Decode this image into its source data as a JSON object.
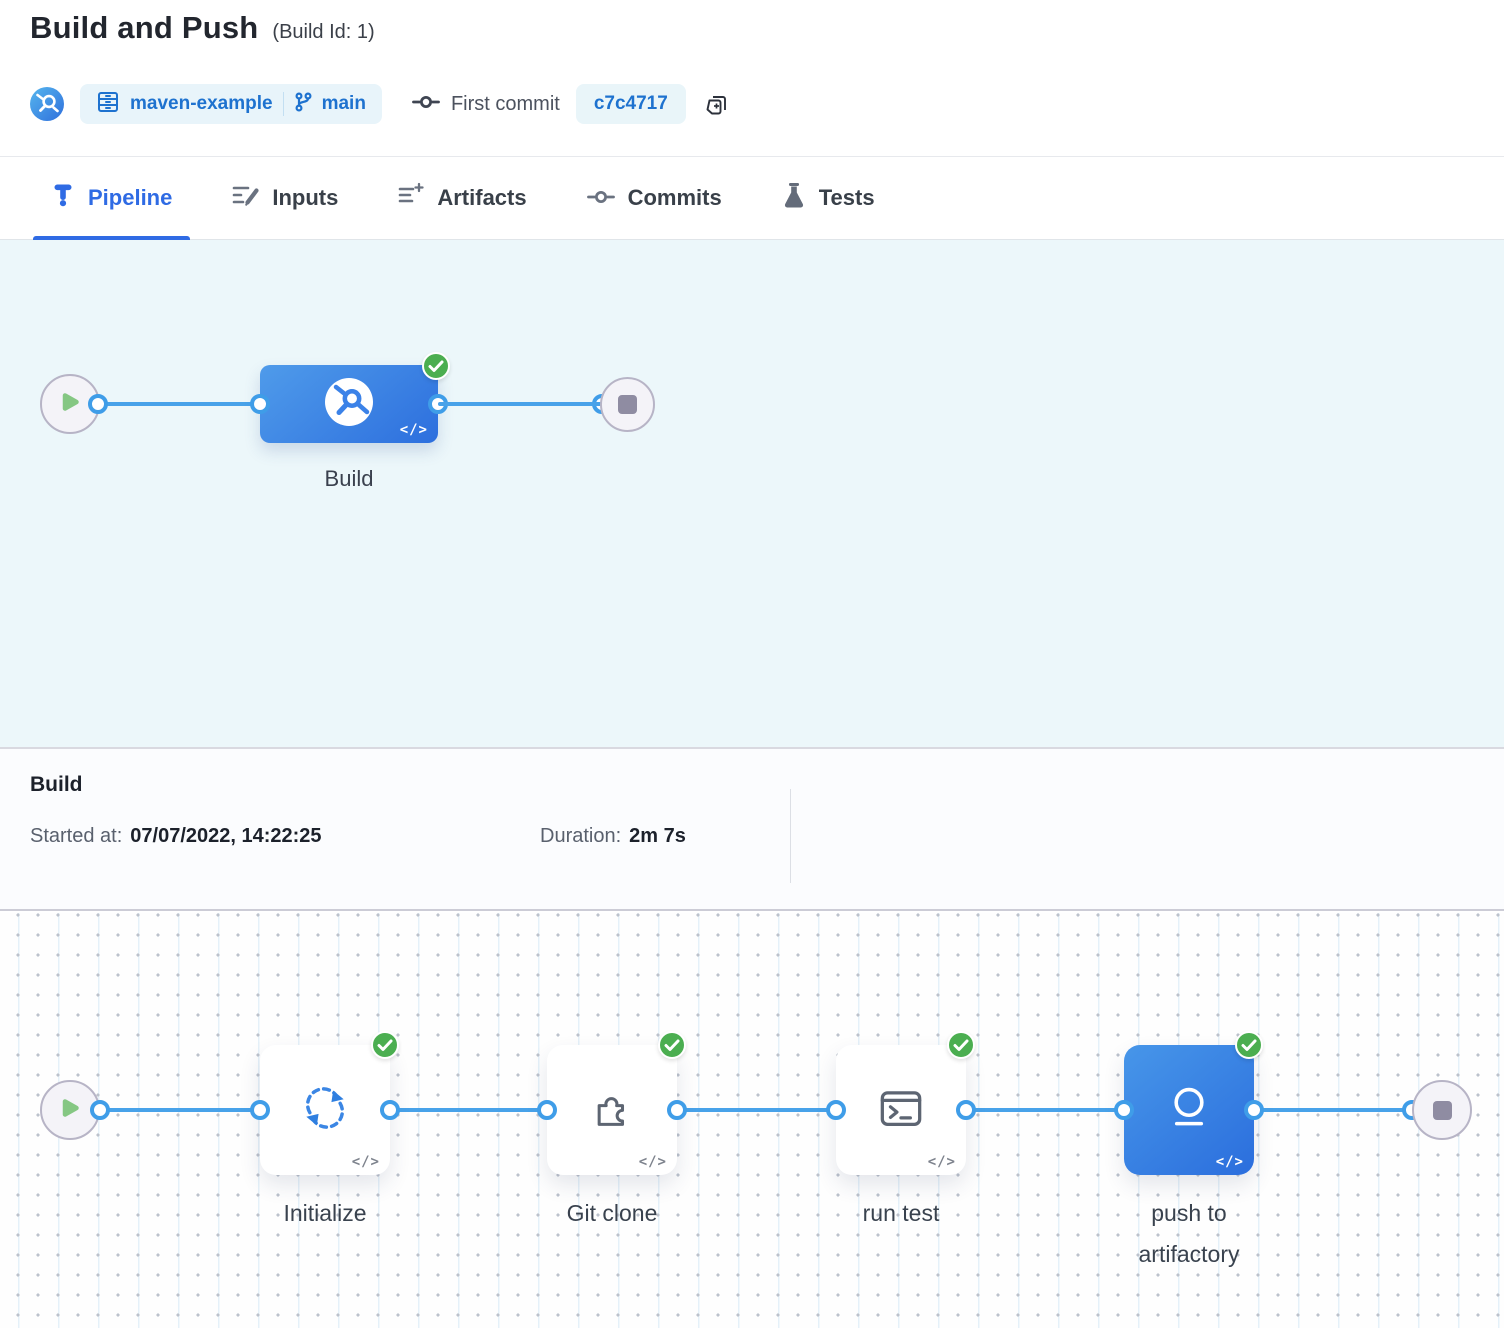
{
  "header": {
    "title": "Build and Push",
    "build_id": "(Build Id: 1)",
    "repo_name": "maven-example",
    "branch_name": "main",
    "commit_message": "First commit",
    "commit_hash": "c7c4717"
  },
  "tabs": [
    {
      "label": "Pipeline",
      "active": true
    },
    {
      "label": "Inputs",
      "active": false
    },
    {
      "label": "Artifacts",
      "active": false
    },
    {
      "label": "Commits",
      "active": false
    },
    {
      "label": "Tests",
      "active": false
    }
  ],
  "stage": {
    "label": "Build",
    "status": "success"
  },
  "details": {
    "title": "Build",
    "started_label": "Started at:",
    "started_value": "07/07/2022, 14:22:25",
    "duration_label": "Duration:",
    "duration_value": "2m 7s"
  },
  "steps": [
    {
      "label": "Initialize",
      "icon": "sync-icon",
      "status": "success",
      "selected": false
    },
    {
      "label": "Git clone",
      "icon": "puzzle-icon",
      "status": "success",
      "selected": false
    },
    {
      "label": "run test",
      "icon": "terminal-icon",
      "status": "success",
      "selected": false
    },
    {
      "label": "push to artifactory",
      "icon": "push-upload-icon",
      "status": "success",
      "selected": true
    }
  ],
  "glyphs": {
    "code": "</>"
  },
  "colors": {
    "accent_blue": "#2F6BE4",
    "link_blue": "#1E72CF",
    "success_green": "#4BAE50",
    "connector_blue": "#48A2E9",
    "stage_canvas_tint": "#ECF7FA",
    "node_gradient_start": "#4F9BEA",
    "node_gradient_end": "#2D6FDE"
  }
}
